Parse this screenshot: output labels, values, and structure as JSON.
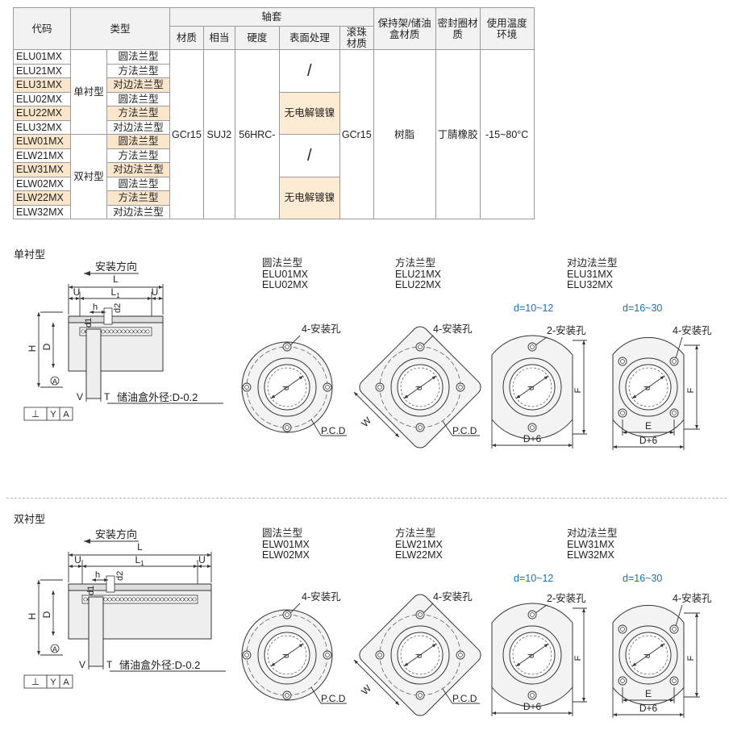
{
  "table": {
    "h_code": "代码",
    "h_type": "类型",
    "h_sleeve": "轴套",
    "h_material": "材质",
    "h_equiv": "相当",
    "h_hardness": "硬度",
    "h_surface": "表面处理",
    "h_ball": "滚珠材质",
    "h_retainer": "保持架/储油盒材质",
    "h_seal": "密封圈材质",
    "h_temp": "使用温度环境",
    "rows": [
      {
        "code": "ELU01MX",
        "flange": "圆法兰型"
      },
      {
        "code": "ELU21MX",
        "flange": "方法兰型"
      },
      {
        "code": "ELU31MX",
        "flange": "对边法兰型"
      },
      {
        "code": "ELU02MX",
        "flange": "圆法兰型"
      },
      {
        "code": "ELU22MX",
        "flange": "方法兰型"
      },
      {
        "code": "ELU32MX",
        "flange": "对边法兰型"
      },
      {
        "code": "ELW01MX",
        "flange": "圆法兰型"
      },
      {
        "code": "ELW21MX",
        "flange": "方法兰型"
      },
      {
        "code": "ELW31MX",
        "flange": "对边法兰型"
      },
      {
        "code": "ELW02MX",
        "flange": "圆法兰型"
      },
      {
        "code": "ELW22MX",
        "flange": "方法兰型"
      },
      {
        "code": "ELW32MX",
        "flange": "对边法兰型"
      }
    ],
    "single_type": "单衬型",
    "double_type": "双衬型",
    "material": "GCr15",
    "equiv": "SUJ2",
    "hardness": "56HRC-",
    "surface_none": "/",
    "surface_plated": "无电解镀镍",
    "ball": "GCr15",
    "retainer": "树脂",
    "seal": "丁腈橡胶",
    "temp": "-15~80°C"
  },
  "sections": [
    {
      "title": "单衬型",
      "mount_dir": "安装方向",
      "oil_box": "储油盒外径:D-0.2",
      "dims": {
        "L": "L",
        "L1": "L",
        "L1_sub": "1",
        "U": "U",
        "h": "h",
        "d1": "d",
        "d1_sub": "1",
        "d2": "d",
        "d2_sub": "2",
        "H": "H",
        "D": "D",
        "V": "V",
        "T": "T",
        "A": "A"
      },
      "tol": [
        "⊥",
        "Y",
        "A"
      ],
      "views": [
        {
          "name": "圆法兰型",
          "codes": [
            "ELU01MX",
            "ELU02MX"
          ],
          "hole": "4-安装孔",
          "pcd": "P.C.D"
        },
        {
          "name": "方法兰型",
          "codes": [
            "ELU21MX",
            "ELU22MX"
          ],
          "hole": "4-安装孔",
          "pcd": "P.C.D",
          "w": "W"
        },
        {
          "name": "对边法兰型",
          "codes": [
            "ELU31MX",
            "ELU32MX"
          ],
          "range_a": "d=10~12",
          "range_b": "d=16~30",
          "hole_a": "2-安装孔",
          "hole_b": "4-安装孔",
          "f": "F",
          "e": "E",
          "dplus": "D+6"
        }
      ]
    },
    {
      "title": "双衬型",
      "mount_dir": "安装方向",
      "oil_box": "储油盒外径:D-0.2",
      "dims": {
        "L": "L",
        "L1": "L",
        "L1_sub": "1",
        "U": "U",
        "h": "h",
        "d1": "d",
        "d1_sub": "1",
        "d2": "d",
        "d2_sub": "2",
        "H": "H",
        "D": "D",
        "V": "V",
        "T": "T",
        "A": "A"
      },
      "tol": [
        "⊥",
        "Y",
        "A"
      ],
      "views": [
        {
          "name": "圆法兰型",
          "codes": [
            "ELW01MX",
            "ELW02MX"
          ],
          "hole": "4-安装孔",
          "pcd": "P.C.D"
        },
        {
          "name": "方法兰型",
          "codes": [
            "ELW21MX",
            "ELW22MX"
          ],
          "hole": "4-安装孔",
          "pcd": "P.C.D",
          "w": "W"
        },
        {
          "name": "对边法兰型",
          "codes": [
            "ELW31MX",
            "ELW32MX"
          ],
          "range_a": "d=10~12",
          "range_b": "d=16~30",
          "hole_a": "2-安装孔",
          "hole_b": "4-安装孔",
          "f": "F",
          "e": "E",
          "dplus": "D+6"
        }
      ]
    }
  ],
  "colors": {
    "line": "#333333",
    "fill": "#eeeeee",
    "highlight": "#fbe6cc",
    "accent": "#e8461b",
    "blue": "#1f6fb2"
  }
}
